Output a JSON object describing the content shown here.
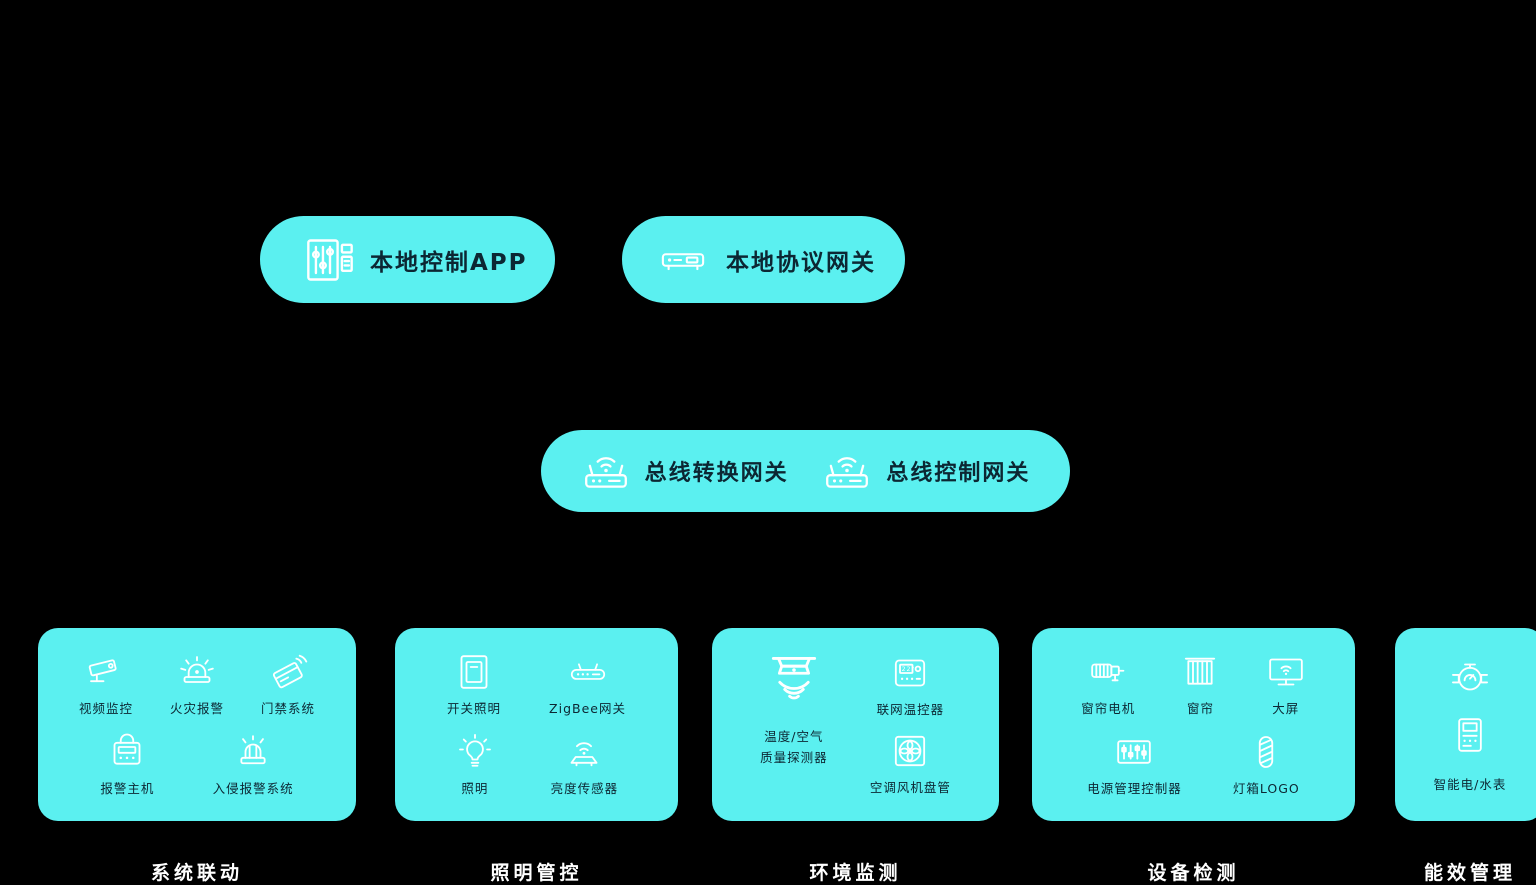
{
  "colors": {
    "background": "#000000",
    "accent": "#5BF0F0",
    "node_text": "#0C2733",
    "title_text": "#FFFFFF"
  },
  "top_nodes": [
    {
      "label": "本地控制APP",
      "icon": "control-panel-icon"
    },
    {
      "label": "本地协议网关",
      "icon": "protocol-gateway-icon"
    }
  ],
  "bus_node": {
    "items": [
      {
        "label": "总线转换网关",
        "icon": "wifi-router-icon"
      },
      {
        "label": "总线控制网关",
        "icon": "wifi-router-icon"
      }
    ]
  },
  "icon_text": {
    "thermostat_display": "22°"
  },
  "groups": [
    {
      "title": "系统联动",
      "items": [
        {
          "label": "视频监控",
          "icon": "cctv-camera-icon"
        },
        {
          "label": "火灾报警",
          "icon": "fire-alarm-icon"
        },
        {
          "label": "门禁系统",
          "icon": "access-control-icon"
        },
        {
          "label": "报警主机",
          "icon": "alarm-host-icon"
        },
        {
          "label": "入侵报警系统",
          "icon": "intrusion-siren-icon"
        }
      ]
    },
    {
      "title": "照明管控",
      "items": [
        {
          "label": "开关照明",
          "icon": "wall-switch-icon"
        },
        {
          "label": "ZigBee网关",
          "icon": "zigbee-gateway-icon"
        },
        {
          "label": "照明",
          "icon": "light-bulb-icon"
        },
        {
          "label": "亮度传感器",
          "icon": "brightness-sensor-icon"
        }
      ]
    },
    {
      "title": "环境监测",
      "items": [
        {
          "label_line1": "温度/空气",
          "label_line2": "质量探测器",
          "icon": "smoke-detector-icon"
        },
        {
          "label": "联网温控器",
          "icon": "thermostat-icon"
        },
        {
          "label": "空调风机盘管",
          "icon": "fan-coil-icon"
        }
      ]
    },
    {
      "title": "设备检测",
      "items": [
        {
          "label": "窗帘电机",
          "icon": "curtain-motor-icon"
        },
        {
          "label": "窗帘",
          "icon": "curtain-icon"
        },
        {
          "label": "大屏",
          "icon": "display-screen-icon"
        },
        {
          "label": "电源管理控制器",
          "icon": "power-management-icon"
        },
        {
          "label": "灯箱LOGO",
          "icon": "lightbox-logo-icon"
        }
      ]
    },
    {
      "title": "能效管理",
      "items": [
        {
          "label": "智能电/水表",
          "icons": [
            "water-meter-icon",
            "electric-meter-icon"
          ]
        }
      ]
    }
  ]
}
